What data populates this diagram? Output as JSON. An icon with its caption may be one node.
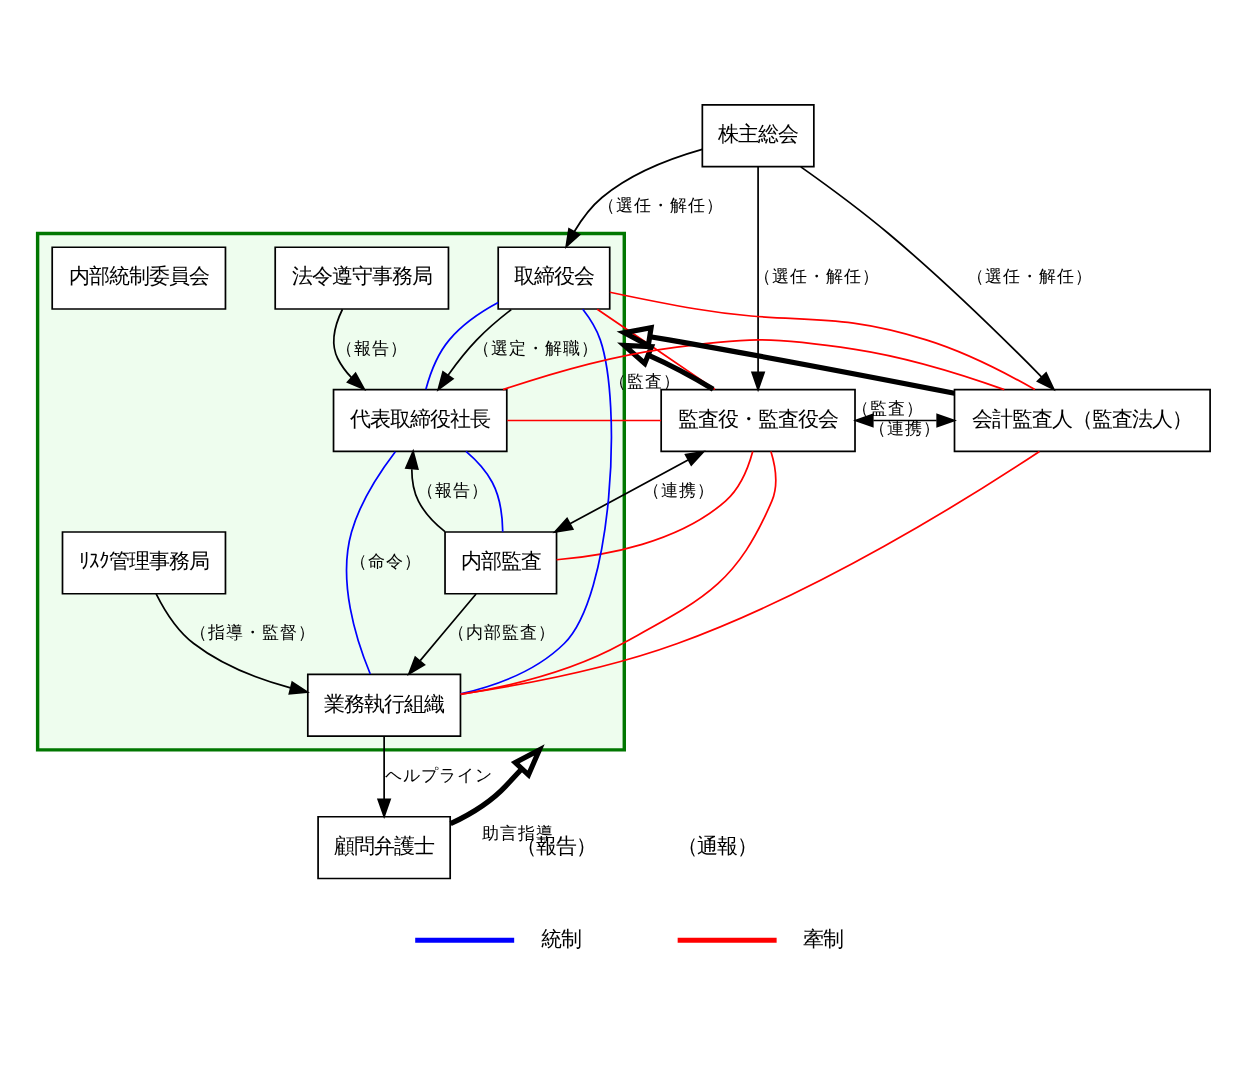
{
  "diagram": {
    "nodes": [
      {
        "text": [
          "株主総会"
        ]
      },
      {
        "text": [
          "監査役・監査役会"
        ]
      },
      {
        "text": [],
        "shape": "box"
      },
      {
        "text": [
          "取締役会"
        ],
        "in": 2
      },
      {
        "text": [
          "代表取締役社長"
        ],
        "in": 2
      },
      {
        "text": [
          "内部監査"
        ],
        "in": 2
      },
      {
        "text": [
          "法令遵守事務局"
        ],
        "in": 2
      },
      {
        "text": [
          "内部統制委員会"
        ],
        "in": 2
      },
      {
        "text": [
          "ﾘｽｸ管理事務局"
        ],
        "in": 2
      },
      {
        "text": [
          "業務執行組織"
        ],
        "in": 2
      },
      {
        "text": [
          "会計監査人（監査法人）"
        ]
      },
      {
        "text": [
          "顧問弁護士"
        ]
      }
    ],
    "edges": [
      {
        "from": 0,
        "to": 1,
        "arrow": "to",
        "label": "（選任・解任）"
      },
      {
        "from": 0,
        "to": 3,
        "arrow": "to",
        "label": "（選任・解任）"
      },
      {
        "from": 0,
        "to": 10,
        "arrow": "to",
        "label": "（選任・解任）"
      },
      {
        "from": 3,
        "to": 4,
        "arrow": "to",
        "label": "（選定・解職）"
      },
      {
        "from": 6,
        "to": 4,
        "arrow": "to",
        "label": "（報告）"
      },
      {
        "from": 5,
        "to": 4,
        "arrow": "to",
        "label": "（報告）"
      },
      {
        "from": 5,
        "to": 9,
        "arrow": "to",
        "label": "（内部監査）"
      },
      {
        "from": 8,
        "to": 9,
        "arrow": "to",
        "label": "（指導・監督）"
      },
      {
        "from": 1,
        "to": 5,
        "arrow": "both",
        "label": "（連携）"
      },
      {
        "from": 9,
        "to": 11,
        "arrow": "to",
        "label": "ヘルプライン"
      },
      {
        "from": 10,
        "to": 1,
        "arrow": "both",
        "label": "（連携）"
      },
      {
        "from": 1,
        "to": 2,
        "arrow": "to",
        "label": "（監査）",
        "style": "thick"
      },
      {
        "from": 10,
        "to": 2,
        "arrow": "to",
        "label": "（監査）",
        "style": "thick"
      },
      {
        "from": 11,
        "to": 2,
        "arrow": "to",
        "label": "助言指導",
        "style": "thick"
      },
      {
        "from": 3,
        "to": 9,
        "arrow": "none",
        "color": "#0000ff"
      },
      {
        "from": 3,
        "to": 4,
        "arrow": "none",
        "color": "#0000ff"
      },
      {
        "from": 4,
        "to": 5,
        "arrow": "none",
        "color": "#0000ff"
      },
      {
        "from": 4,
        "to": 9,
        "arrow": "none",
        "color": "#0000ff",
        "label": "（命令）"
      },
      {
        "from": 1,
        "to": 3,
        "arrow": "none",
        "color": "#ff0000"
      },
      {
        "from": 1,
        "to": 4,
        "arrow": "none",
        "color": "#ff0000"
      },
      {
        "from": 1,
        "to": 5,
        "arrow": "none",
        "color": "#ff0000"
      },
      {
        "from": 1,
        "to": 9,
        "arrow": "none",
        "color": "#ff0000"
      },
      {
        "from": 10,
        "to": 3,
        "arrow": "none",
        "color": "#ff0000"
      },
      {
        "from": 10,
        "to": 4,
        "arrow": "none",
        "color": "#ff0000"
      },
      {
        "from": 9,
        "to": 10,
        "arrow": "none",
        "color": "#ff0000"
      }
    ],
    "labels": [
      "（報告）",
      "（通報）"
    ],
    "legend": [
      {
        "text": "統制",
        "color": "#0000ff"
      },
      {
        "text": "牽制",
        "color": "#ff0000"
      }
    ]
  }
}
